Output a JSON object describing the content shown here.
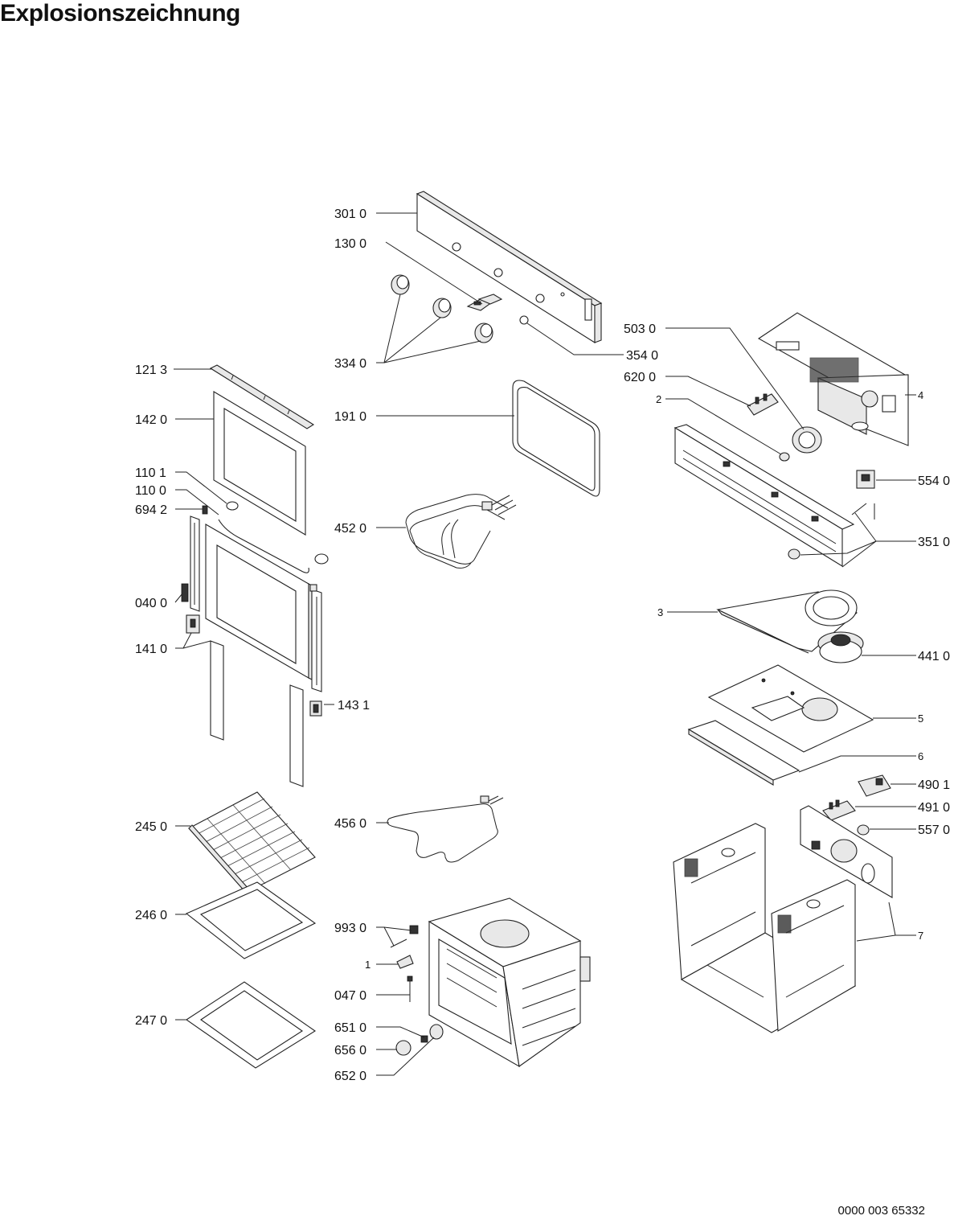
{
  "title": "Explosionszeichnung",
  "document_number": "0000 003 65332",
  "labels": {
    "l3010": "301 0",
    "l1300": "130 0",
    "l3340": "334 0",
    "l3540": "354 0",
    "l1213": "121 3",
    "l1420": "142 0",
    "l1910": "191 0",
    "l1101": "110 1",
    "l1100": "110 0",
    "l6942": "694 2",
    "l4520": "452 0",
    "l0400": "040 0",
    "l1410": "141 0",
    "l1431": "143 1",
    "l2450": "245 0",
    "l4560": "456 0",
    "l2460": "246 0",
    "l9930": "993 0",
    "l1": "1",
    "l0470": "047 0",
    "l2470": "247 0",
    "l6510": "651 0",
    "l6560": "656 0",
    "l6520": "652 0",
    "l5030": "503 0",
    "l6200": "620 0",
    "l2": "2",
    "l4": "4",
    "l5540": "554 0",
    "l3510": "351 0",
    "l3": "3",
    "l4410": "441 0",
    "l5": "5",
    "l6": "6",
    "l4901": "490 1",
    "l4910": "491 0",
    "l5570": "557 0",
    "l7": "7"
  }
}
